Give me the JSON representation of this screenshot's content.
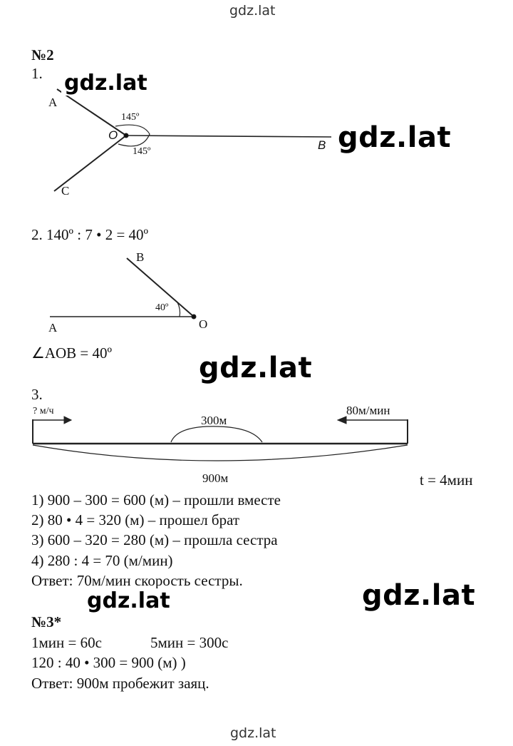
{
  "watermarks": {
    "top": "gdz.lat",
    "bottom": "gdz.lat",
    "w1": "gdz.lat",
    "w2": "gdz.lat",
    "w3": "gdz.lat",
    "w4": "gdz.lat",
    "w5": "gdz.lat"
  },
  "task2": {
    "heading": "№2",
    "part1": {
      "number": "1.",
      "label_a": "A",
      "label_o": "O",
      "label_b": "B",
      "label_c": "C",
      "angle_top": "145º",
      "angle_bottom": "145º"
    },
    "part2": {
      "equation": "2. 140º : 7 • 2 = 40º",
      "label_b": "B",
      "label_a": "A",
      "label_o": "O",
      "angle": "40º",
      "result": "∠AOB = 40º"
    },
    "part3": {
      "number": "3.",
      "speed_left": "? м/ч",
      "speed_right": "80м/мин",
      "gap": "300м",
      "total": "900м",
      "time": "t = 4мин",
      "steps": [
        "1) 900 – 300 = 600 (м) – прошли вместе",
        "2) 80 • 4 = 320 (м) – прошел брат",
        "3) 600 – 320 = 280 (м) – прошла сестра",
        "4) 280 : 4 = 70 (м/мин)"
      ],
      "answer": "Ответ: 70м/мин скорость сестры."
    }
  },
  "task3": {
    "heading": "№3*",
    "line1_a": "1мин = 60с",
    "line1_b": "5мин = 300с",
    "line2": "120 : 40 • 300 = 900 (м) )",
    "answer": "Ответ: 900м пробежит заяц."
  }
}
